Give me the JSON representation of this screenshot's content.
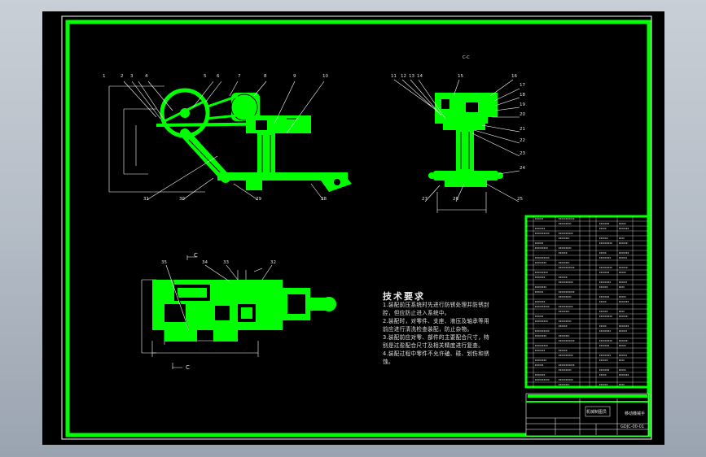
{
  "section_label_top": "C-C",
  "section_marker": "C",
  "callouts_top_left": [
    "1",
    "2",
    "3",
    "4",
    "5",
    "6",
    "7",
    "8",
    "9",
    "10"
  ],
  "callouts_top_right": [
    "11",
    "12",
    "13",
    "14",
    "15",
    "16",
    "17",
    "18",
    "19",
    "20",
    "21",
    "22",
    "23",
    "24"
  ],
  "callouts_bottom_left": [
    "31",
    "30",
    "29",
    "28"
  ],
  "callouts_bottom_right": [
    "27",
    "26",
    "25"
  ],
  "callouts_plan": [
    "35",
    "34",
    "33",
    "32"
  ],
  "tech": {
    "title": "技术要求",
    "lines": [
      "1.装配前压系统时先进行防锈处理并防锈封",
      "腔，但应防止进入系统中。",
      "2.装配时，对零件、支座、液压及轴承等用",
      "前应进行清洗检查装配，防止杂物。",
      "3.装配前应对零、部件的主要配合尺寸，特",
      "别是过盈配合尺寸及相关精度进行复查。",
      "4.装配过程中零件不允许磕、碰、划伤和锈",
      "蚀。"
    ]
  },
  "titleblock": {
    "name": "移动機械手",
    "drawing_no": "GDJC-00-01",
    "company": "机械制图员"
  },
  "colors": {
    "accent": "#00ff00",
    "viewport": "#000000",
    "line": "#ffffff"
  }
}
